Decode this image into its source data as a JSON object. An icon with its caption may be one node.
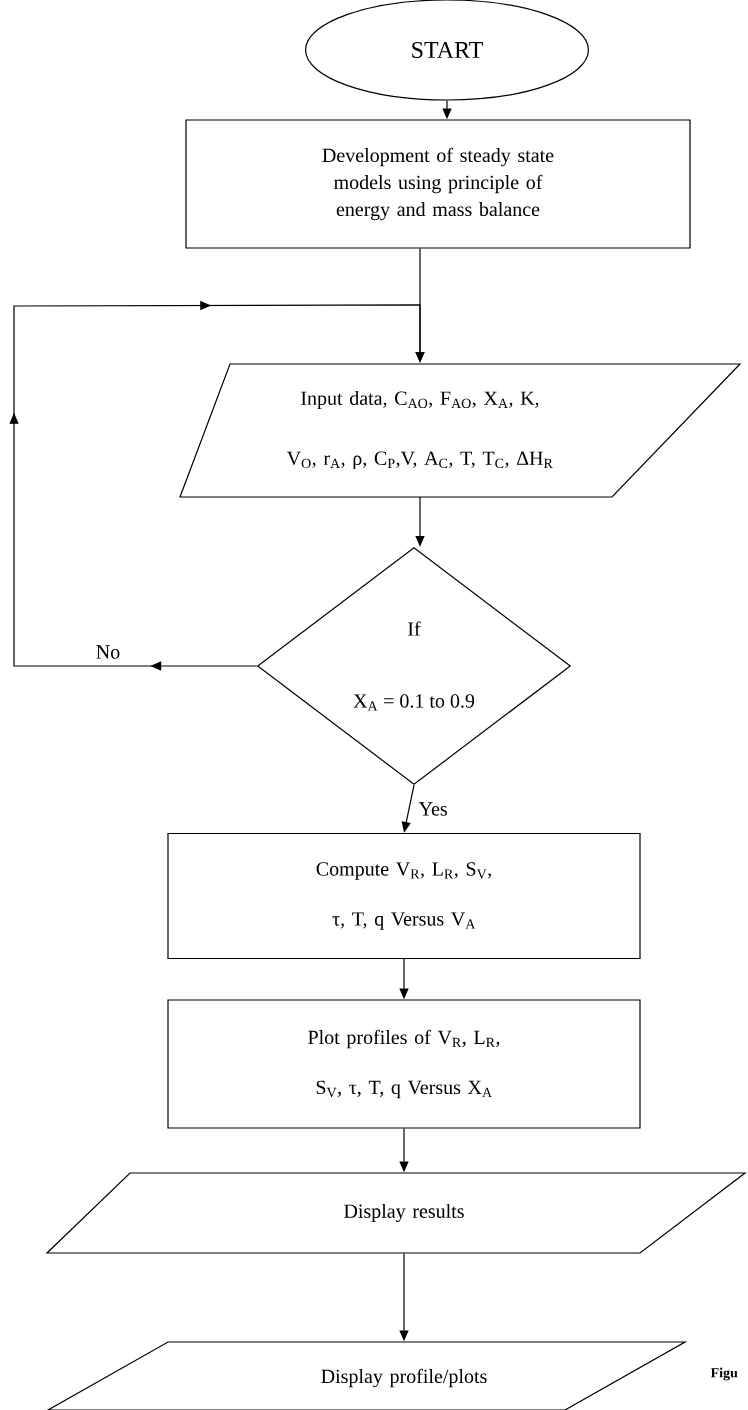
{
  "diagram": {
    "nodes": [
      {
        "text": [
          "START"
        ]
      },
      {
        "text": [
          "Development of steady state models using principle of energy and mass balance"
        ]
      },
      {
        "text": [
          "Input data, C$_{AO}$, F$_{AO}$, X$_{A}$, K, V$_{O}$, r$_{A}$, ρ, C$_{P}$,V, A$_{C}$, T, T$_{C}$, ΔH$_{R}$"
        ]
      },
      {
        "text": [
          "If",
          "X$_{A}$ = 0.1 to 0.9"
        ]
      },
      {
        "text": [
          "Compute V$_{R}$, L$_{R}$, S$_{V}$, τ, T, q Versus V$_{A}$"
        ]
      },
      {
        "text": [
          "Plot profiles of V$_{R}$, L$_{R}$, S$_{V}$, τ, T, q Versus X$_{A}$"
        ]
      },
      {
        "text": [
          "Display results"
        ]
      },
      {
        "text": [
          "Display profile/plots"
        ]
      }
    ],
    "edges": [
      {
        "from": 0,
        "to": 1,
        "arrow": "to"
      },
      {
        "from": 1,
        "to": 2,
        "arrow": "to"
      },
      {
        "from": 2,
        "to": 3,
        "arrow": "to"
      },
      {
        "from": 3,
        "to": 2,
        "arrow": "to",
        "label": "No"
      },
      {
        "from": 3,
        "to": 4,
        "arrow": "to",
        "label": "Yes"
      },
      {
        "from": 4,
        "to": 5,
        "arrow": "to"
      },
      {
        "from": 5,
        "to": 6,
        "arrow": "to"
      },
      {
        "from": 6,
        "to": 7,
        "arrow": "to"
      }
    ],
    "labels": [
      "Figu"
    ]
  }
}
